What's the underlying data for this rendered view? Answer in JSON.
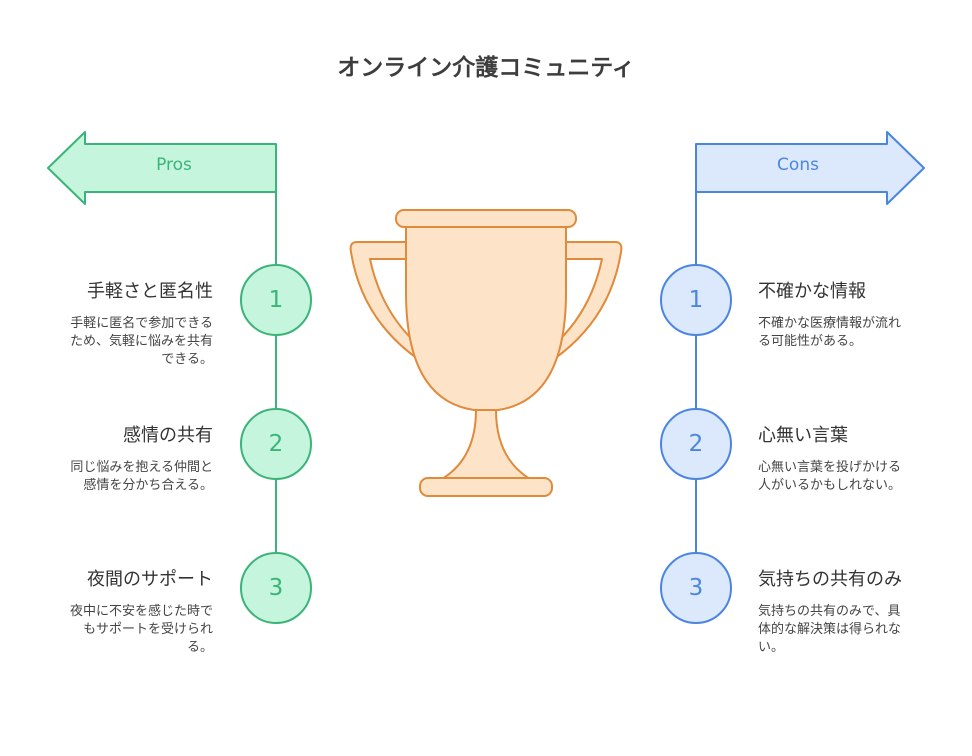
{
  "title": "オンライン介護コミュニティ",
  "colors": {
    "pros_fill": "#c6f5dd",
    "pros_stroke": "#3ab47a",
    "cons_fill": "#dce8fb",
    "cons_stroke": "#4a86e0",
    "trophy_fill": "#fde3c8",
    "trophy_stroke": "#e08a3a"
  },
  "icons": {
    "center": "trophy-icon"
  },
  "pros": {
    "label": "Pros",
    "items": [
      {
        "number": "1",
        "title": "手軽さと匿名性",
        "description": "手軽に匿名で参加できるため、気軽に悩みを共有できる。"
      },
      {
        "number": "2",
        "title": "感情の共有",
        "description": "同じ悩みを抱える仲間と感情を分かち合える。"
      },
      {
        "number": "3",
        "title": "夜間のサポート",
        "description": "夜中に不安を感じた時でもサポートを受けられる。"
      }
    ]
  },
  "cons": {
    "label": "Cons",
    "items": [
      {
        "number": "1",
        "title": "不確かな情報",
        "description": "不確かな医療情報が流れる可能性がある。"
      },
      {
        "number": "2",
        "title": "心無い言葉",
        "description": "心無い言葉を投げかける人がいるかもしれない。"
      },
      {
        "number": "3",
        "title": "気持ちの共有のみ",
        "description": "気持ちの共有のみで、具体的な解決策は得られない。"
      }
    ]
  }
}
